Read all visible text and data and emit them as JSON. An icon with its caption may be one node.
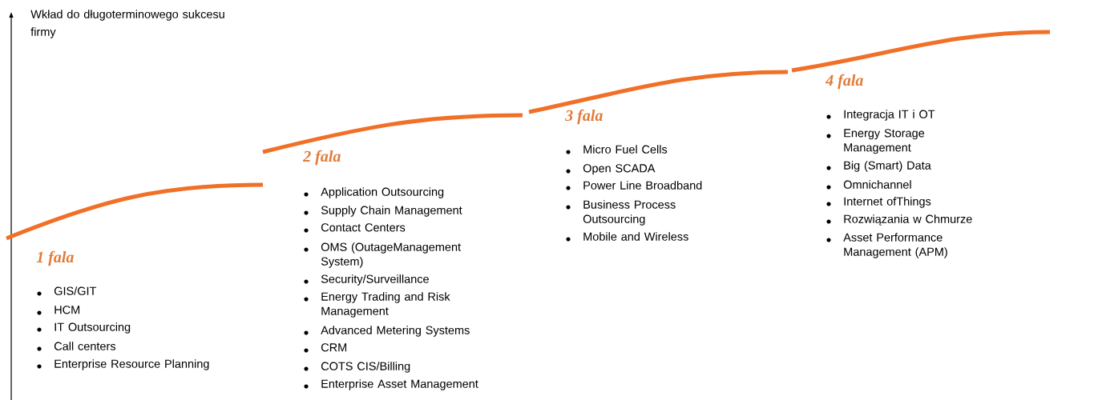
{
  "diagram": {
    "labels": [
      "Wkład do długoterminowego sukcesu firmy",
      "1 fala",
      "GIS/GIT",
      "HCM",
      "IT Outsourcing",
      "Call centers",
      "Enterprise Resource Planning",
      "2 fala",
      "Application Outsourcing",
      "Supply Chain Management",
      "Contact Centers",
      "OMS (OutageManagement System)",
      "Security/Surveillance",
      "Energy Trading and Risk Management",
      "Advanced Metering Systems",
      "CRM",
      "COTS CIS/Billing",
      "Enterprise Asset Management",
      "3 fala",
      "Micro Fuel Cells",
      "Open SCADA",
      "Power Line Broadband",
      "Business Process Outsourcing",
      "Mobile and Wireless",
      "4 fala",
      "Integracja IT i OT",
      "Energy Storage Management",
      "Big (Smart) Data",
      "Omnichannel",
      "Internet ofThings",
      "Rozwiązania w Chmurze",
      "Asset Performance Management (APM)"
    ]
  }
}
